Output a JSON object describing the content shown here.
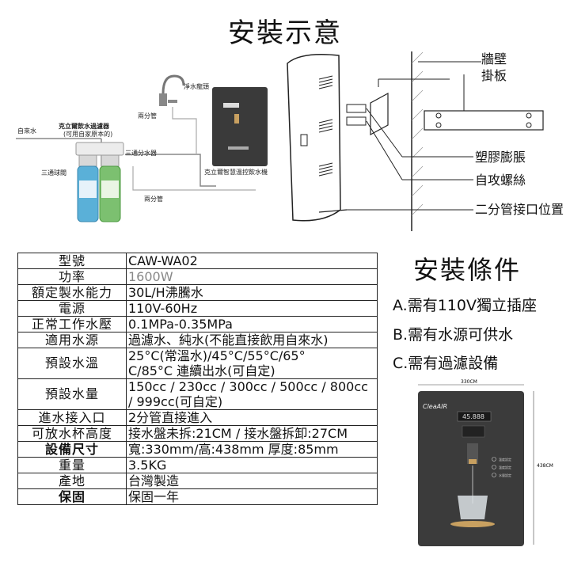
{
  "title": "安裝示意",
  "diagram": {
    "labels": {
      "faucet": "淨水龍頭",
      "two_way_top": "兩分管",
      "filter": "克立爾飲水過濾器",
      "filter_sub": "(可用自家原本的)",
      "tap_water": "自來水",
      "three_way_ball": "三通球閥",
      "three_way_water": "三通分水器",
      "two_way_bottom": "兩分管",
      "dispenser": "克立爾智慧溫控飲水機",
      "brand": "CleaAIR"
    },
    "wall": {
      "hanger": [
        "牆壁",
        "掛板"
      ],
      "anchor": "塑膠膨脹",
      "screw": "自攻螺絲",
      "pipe": "二分管接口位置"
    }
  },
  "spec_rows": [
    {
      "k": "型號",
      "v": "CAW-WA02",
      "rows": 1
    },
    {
      "k": "功率",
      "v": "1600W",
      "rows": 1,
      "grey": true
    },
    {
      "k": "額定製水能力",
      "v": "30L/H沸騰水",
      "rows": 1
    },
    {
      "k": "電源",
      "v": "110V-60Hz",
      "rows": 1
    },
    {
      "k": "正常工作水壓",
      "v": "0.1MPa-0.35MPa",
      "rows": 1
    },
    {
      "k": "適用水源",
      "v": "過濾水、純水(不能直接飲用自來水)",
      "rows": 1
    },
    {
      "k": "預設水溫",
      "v": "25°C(常溫水)/45°C/55°C/65°",
      "v2": "C/85°C 連續出水(可自定)",
      "rows": 2
    },
    {
      "k": "預設水量",
      "v": "150cc / 230cc / 300cc / 500cc / 800cc",
      "v2": " / 999cc(可自定)",
      "rows": 2
    },
    {
      "k": "進水接入口",
      "v": "2分管直接進入",
      "rows": 1
    },
    {
      "k": "可放水杯高度",
      "v": "接水盤未拆:21CM / 接水盤拆卸:27CM",
      "rows": 1
    },
    {
      "k": "設備尺寸",
      "v": "寬:330mm/高:438mm 厚度:85mm",
      "rows": 1,
      "bold": true
    },
    {
      "k": "重量",
      "v": "3.5KG",
      "rows": 1
    },
    {
      "k": "產地",
      "v": "台灣製造",
      "rows": 1
    },
    {
      "k": "保固",
      "v": "保固一年",
      "rows": 1,
      "bold": true
    }
  ],
  "conditions": {
    "title": "安裝條件",
    "items": [
      "A.需有110V獨立插座",
      "B.需有水源可供水",
      "C.需有過濾設備"
    ]
  },
  "machine": {
    "width": "330CM",
    "height": "438CM",
    "brand": "CleaAIR",
    "display": "45.888",
    "buttons": [
      "溫度設定",
      "溫度設定",
      "水量設定"
    ]
  },
  "colors": {
    "panel": "#3a3a3a",
    "accent": "#c8a060",
    "display": "#e8e8e8"
  }
}
